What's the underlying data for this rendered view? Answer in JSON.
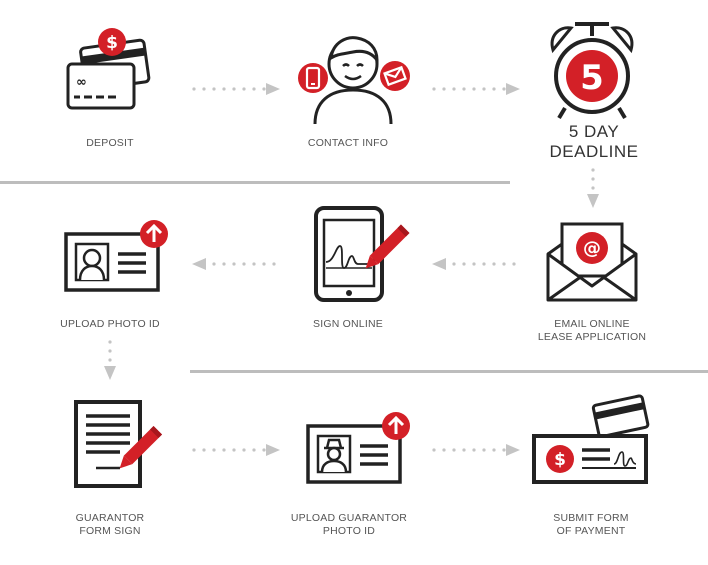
{
  "steps": {
    "deposit": {
      "label": "DEPOSIT"
    },
    "contact_info": {
      "label": "CONTACT INFO"
    },
    "deadline": {
      "line1": "5 DAY",
      "line2": "DEADLINE",
      "number": "5"
    },
    "email_application": {
      "line1": "EMAIL ONLINE",
      "line2": "LEASE APPLICATION"
    },
    "sign_online": {
      "label": "SIGN ONLINE"
    },
    "upload_photo_id": {
      "label": "UPLOAD PHOTO ID"
    },
    "guarantor_form_sign": {
      "line1": "GUARANTOR",
      "line2": "FORM SIGN"
    },
    "upload_guarantor_photo_id": {
      "line1": "UPLOAD GUARANTOR",
      "line2": "PHOTO ID"
    },
    "submit_form_of_payment": {
      "line1": "SUBMIT FORM",
      "line2": "OF PAYMENT"
    }
  },
  "icons": {
    "deposit": "credit-card-dollar-icon",
    "contact_info": "person-phone-email-icon",
    "deadline": "alarm-clock-icon",
    "email_application": "envelope-at-icon",
    "sign_online": "tablet-signature-icon",
    "upload_photo_id": "id-card-upload-icon",
    "guarantor_form_sign": "document-sign-icon",
    "upload_guarantor_photo_id": "guarantor-id-upload-icon",
    "submit_form_of_payment": "check-payment-icon"
  },
  "colors": {
    "accent": "#d32027",
    "ink": "#222222",
    "arrow": "#c4c4c4",
    "text": "#555555"
  }
}
